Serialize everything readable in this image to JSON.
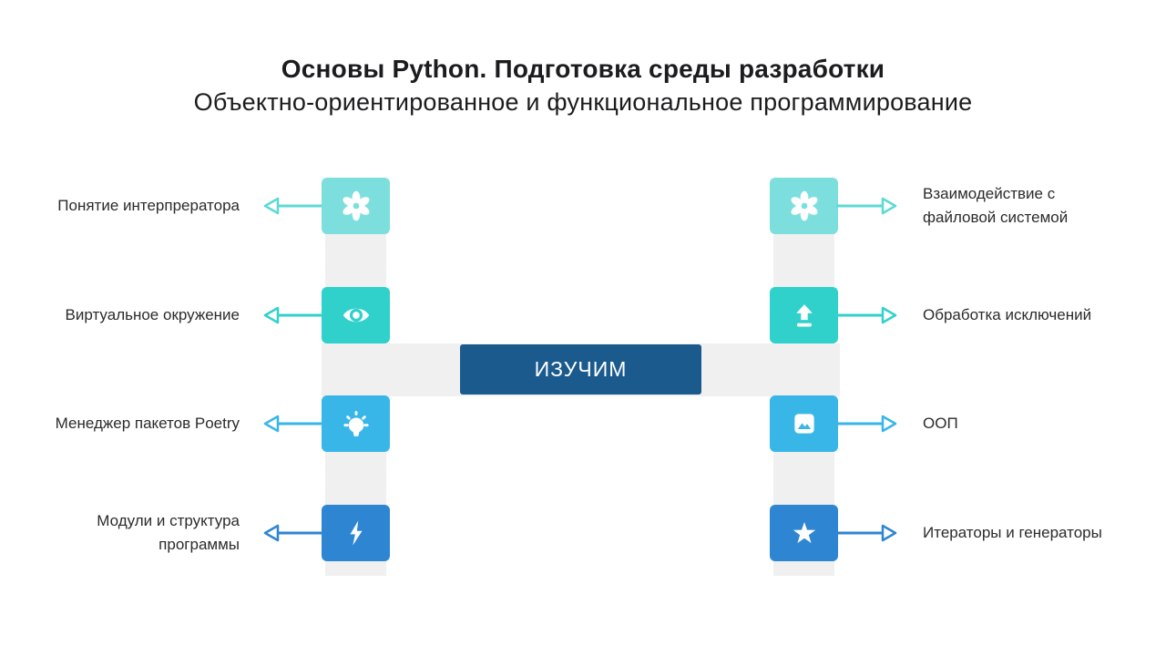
{
  "header": {
    "title": "Основы Python. Подготовка среды разработки",
    "subtitle": "Объектно-ориентированное и функциональное программирование"
  },
  "center": {
    "label": "ИЗУЧИМ",
    "bg_color": "#1b5a8d"
  },
  "colors": {
    "row1_tile": "#7ddfdd",
    "row2_tile": "#30d1cb",
    "row3_tile": "#39b6e8",
    "row4_tile": "#2e86d2",
    "connector_gray": "#f0f0f1",
    "text": "#2b2b2b"
  },
  "rows": {
    "left": [
      {
        "label": "Понятие интерпрератора",
        "icon": "gear-flower-icon"
      },
      {
        "label": "Виртуальное окружение",
        "icon": "eye-icon"
      },
      {
        "label": "Менеджер пакетов Poetry",
        "icon": "lightbulb-icon"
      },
      {
        "label": "Модули и структура программы",
        "icon": "lightning-icon"
      }
    ],
    "right": [
      {
        "label": "Взаимодействие с файловой системой",
        "icon": "gear-flower-icon"
      },
      {
        "label": "Обработка исключений",
        "icon": "upload-icon"
      },
      {
        "label": "ООП",
        "icon": "image-icon"
      },
      {
        "label": "Итераторы и генераторы",
        "icon": "star-icon"
      }
    ]
  }
}
